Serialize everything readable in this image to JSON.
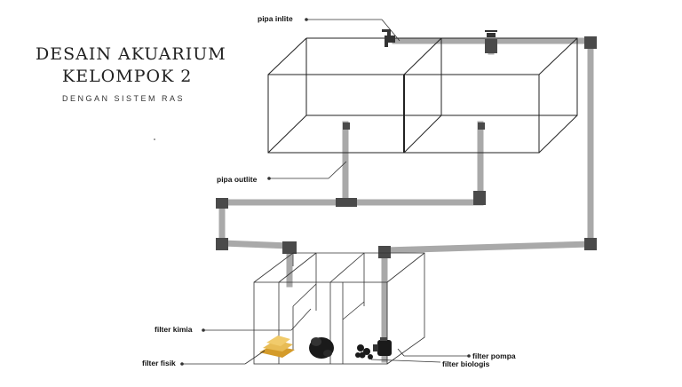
{
  "title": {
    "line1": "DESAIN AKUARIUM",
    "line2": "KELOMPOK 2",
    "subtitle": "DENGAN SISTEM RAS"
  },
  "labels": {
    "pipa_inlite": "pipa inlite",
    "pipa_outlite": "pipa outlite",
    "filter_kimia": "filter kimia",
    "filter_fisik": "filter fisik",
    "filter_pompa": "filter pompa",
    "filter_biologis": "filter biologis"
  },
  "colors": {
    "pipe": "#a9a9a9",
    "pipe_joint": "#4a4a4a",
    "tank_line": "#222222",
    "sponge": "#e3b54a",
    "media": "#1c1c1c"
  },
  "icons": [
    "faucet-icon",
    "pump-icon",
    "sponge-icon",
    "carbon-icon",
    "bio-ball-icon"
  ]
}
